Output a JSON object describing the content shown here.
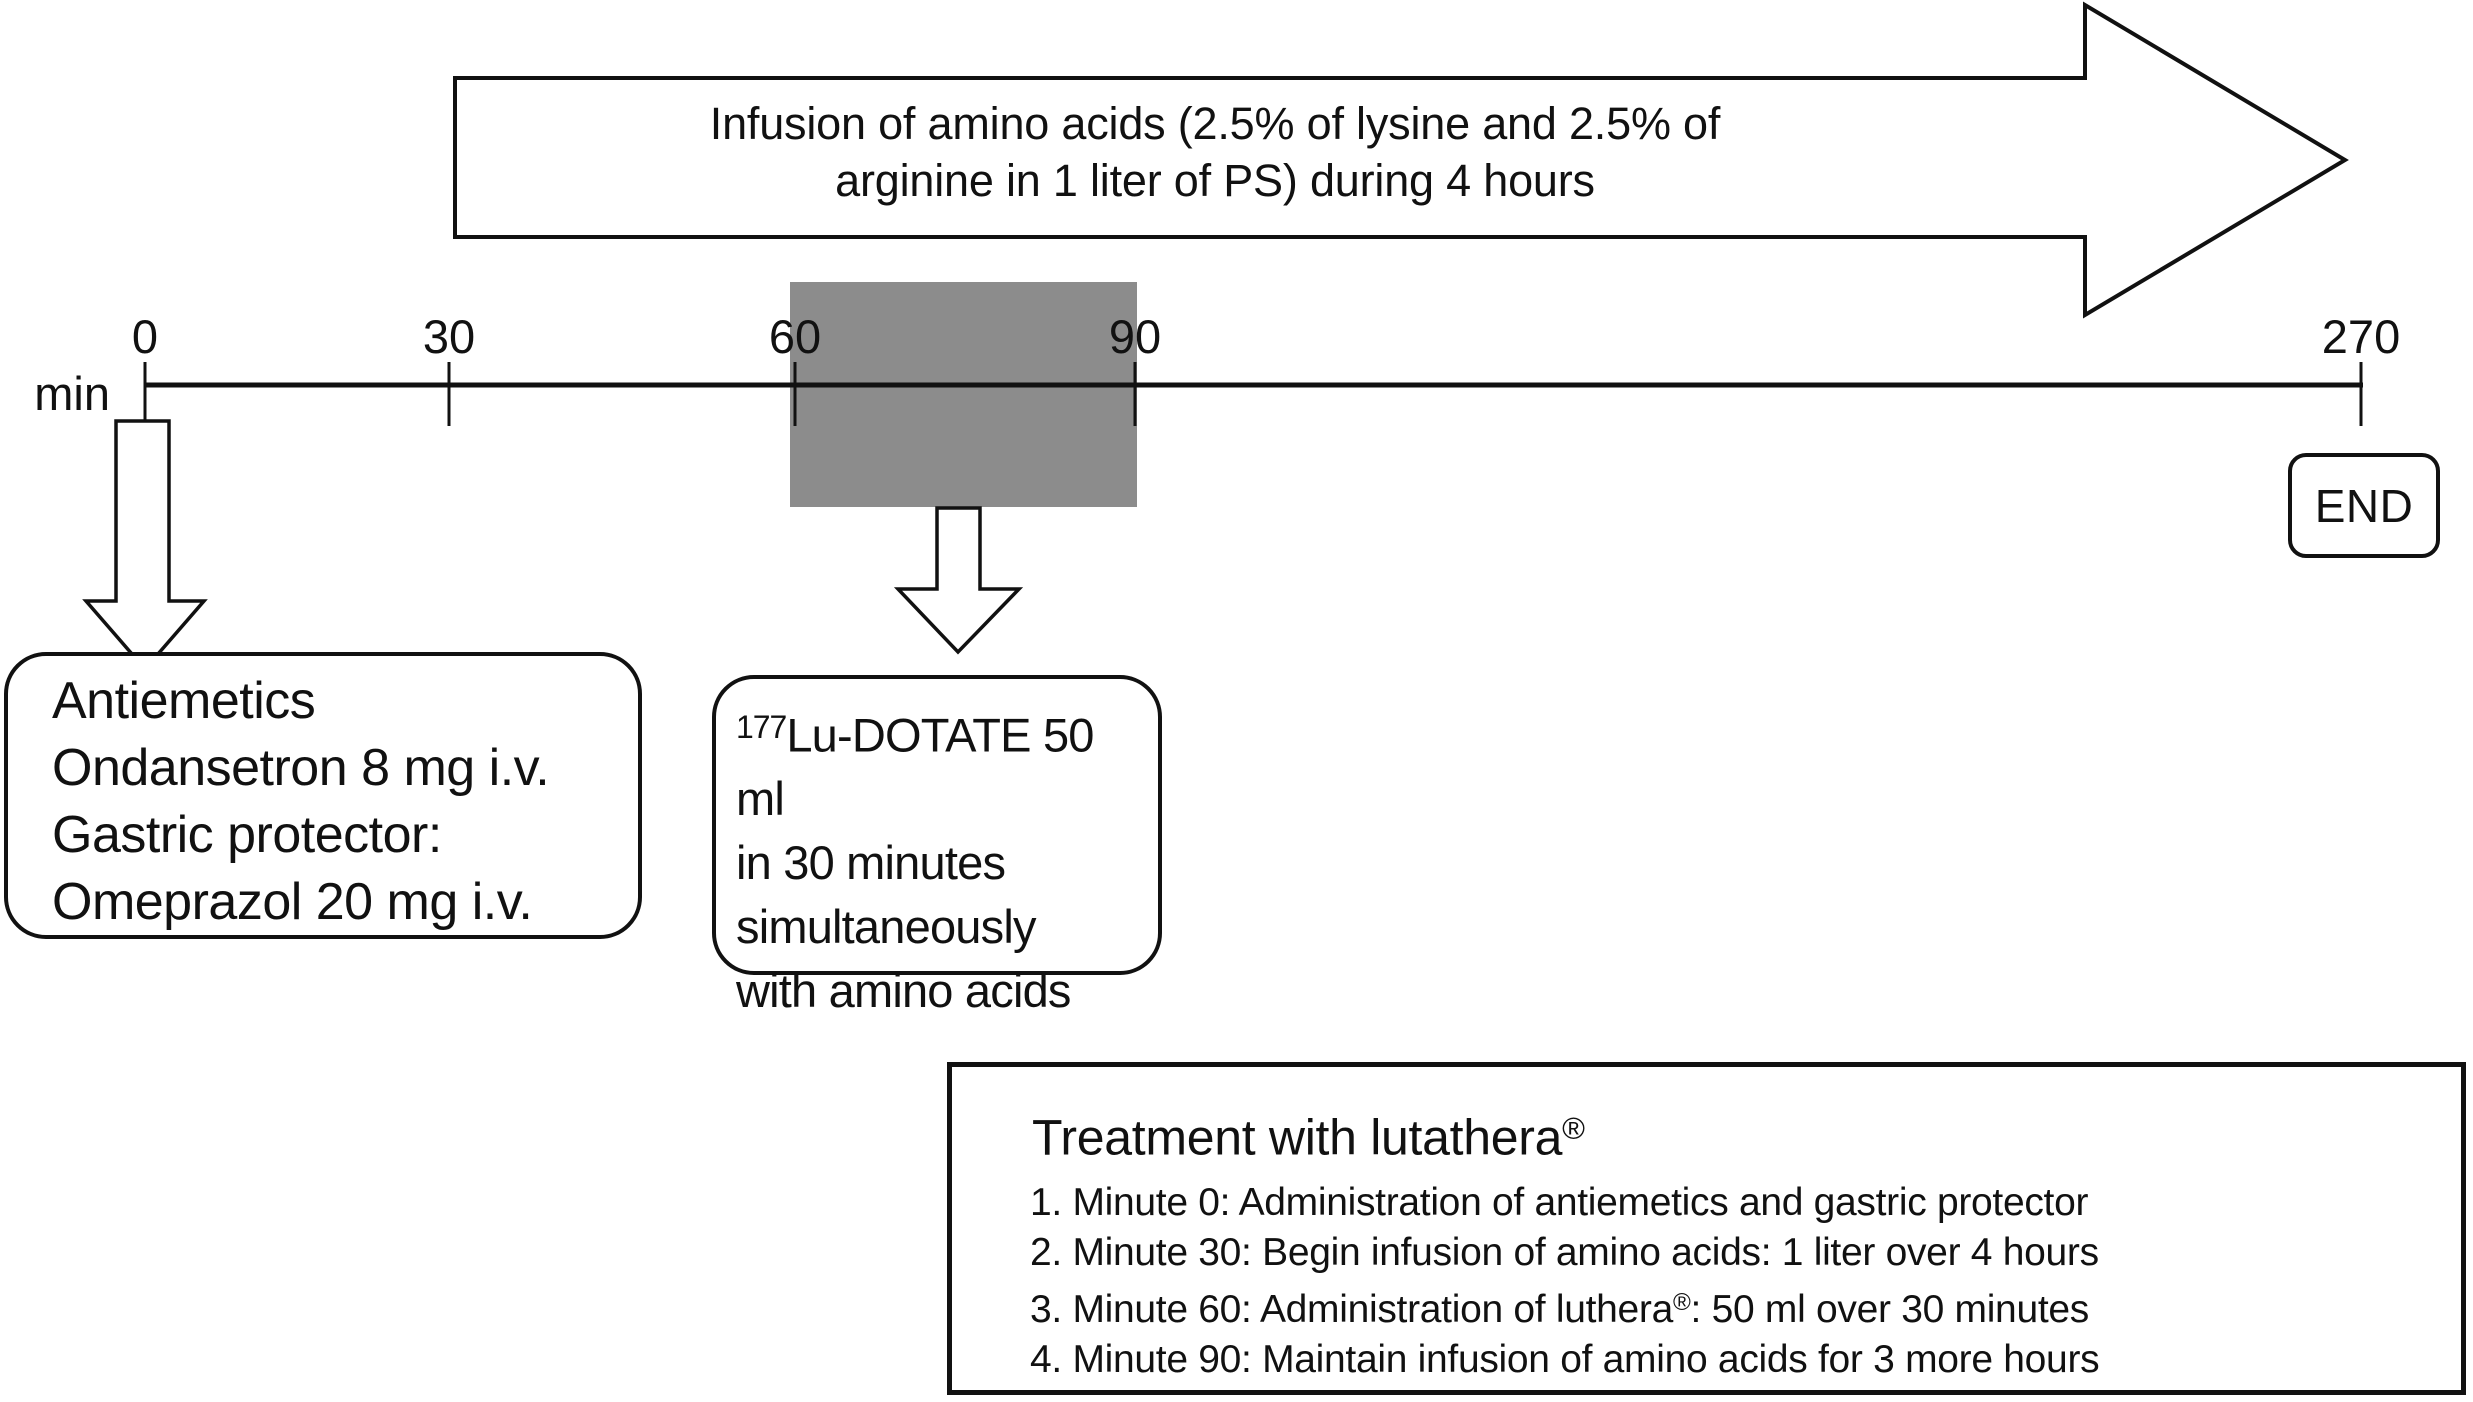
{
  "figure": {
    "infusion_arrow": {
      "line1": "Infusion of amino acids (2.5% of lysine and 2.5% of",
      "line2": "arginine in 1 liter of PS) during 4 hours"
    },
    "timeline": {
      "unit_label": "min",
      "ticks": [
        {
          "label": "0"
        },
        {
          "label": "30"
        },
        {
          "label": "60"
        },
        {
          "label": "90"
        },
        {
          "label": "270"
        }
      ]
    },
    "end_box": {
      "label": "END"
    },
    "antiemetics_box": {
      "lines": [
        "Antiemetics",
        "Ondansetron 8 mg i.v.",
        "Gastric protector:",
        "Omeprazol 20 mg i.v."
      ]
    },
    "lutathera_box": {
      "iso_sup": "177",
      "line1": "Lu-DOTATE 50 ml",
      "lines": [
        "in 30 minutes",
        "simultaneously",
        "with amino acids"
      ]
    },
    "treatment_box": {
      "title": "Treatment with lutathera",
      "title_sup": "®",
      "items": [
        {
          "text": "1. Minute 0: Administration of antiemetics and gastric protector"
        },
        {
          "text": "2. Minute 30: Begin infusion of amino acids: 1 liter over 4 hours"
        },
        {
          "pre": "3. Minute 60: Administration of luthera",
          "sup": "®",
          "post": ": 50 ml over 30 minutes"
        },
        {
          "text": "4. Minute 90: Maintain infusion of amino acids for 3 more hours"
        }
      ]
    },
    "colors": {
      "window_gray": "#8c8c8c",
      "line_black": "#111111"
    }
  }
}
